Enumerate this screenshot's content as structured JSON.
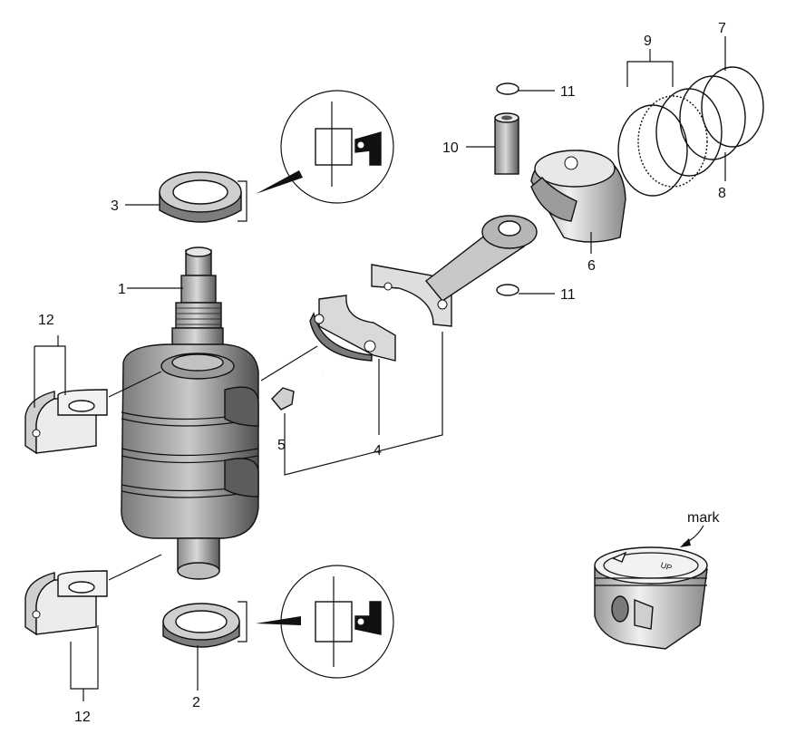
{
  "diagram": {
    "callouts": {
      "crankshaft": "1",
      "lower_oil_seal": "2",
      "upper_oil_seal": "3",
      "rod_cap": "4",
      "rod_bolt": "5",
      "piston": "6",
      "top_ring": "7",
      "second_ring": "8",
      "oil_ring": "9",
      "piston_pin": "10",
      "clip_upper": "11",
      "clip_lower": "11",
      "bearing_upper": "12",
      "bearing_lower": "12"
    },
    "piston_mark_label": "mark",
    "piston_crown_text": "UP"
  },
  "colors": {
    "line": "#111111",
    "shade": "#6e6e6e",
    "dark": "#2b2b2b",
    "light": "#d6d6d6"
  }
}
